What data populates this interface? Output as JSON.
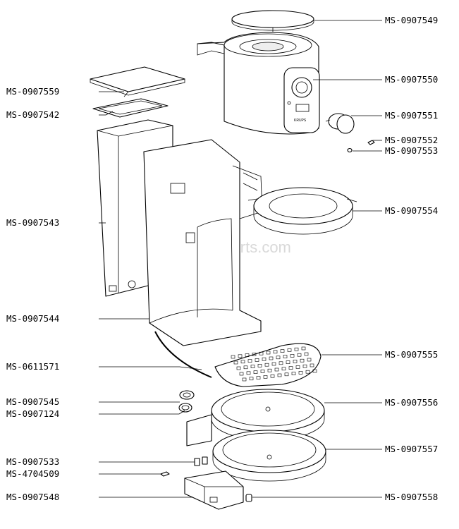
{
  "watermark": "eReplacementParts.com",
  "brand_mark": "KRUPS",
  "parts_left": [
    {
      "id": "MS-0907559"
    },
    {
      "id": "MS-0907542"
    },
    {
      "id": "MS-0907543"
    },
    {
      "id": "MS-0907544"
    },
    {
      "id": "MS-0611571"
    },
    {
      "id": "MS-0907545"
    },
    {
      "id": "MS-0907124"
    },
    {
      "id": "MS-0907533"
    },
    {
      "id": "MS-4704509"
    },
    {
      "id": "MS-0907548"
    }
  ],
  "parts_right": [
    {
      "id": "MS-0907549"
    },
    {
      "id": "MS-0907550"
    },
    {
      "id": "MS-0907551"
    },
    {
      "id": "MS-0907552"
    },
    {
      "id": "MS-0907553"
    },
    {
      "id": "MS-0907554"
    },
    {
      "id": "MS-0907555"
    },
    {
      "id": "MS-0907556"
    },
    {
      "id": "MS-0907557"
    },
    {
      "id": "MS-0907558"
    }
  ]
}
